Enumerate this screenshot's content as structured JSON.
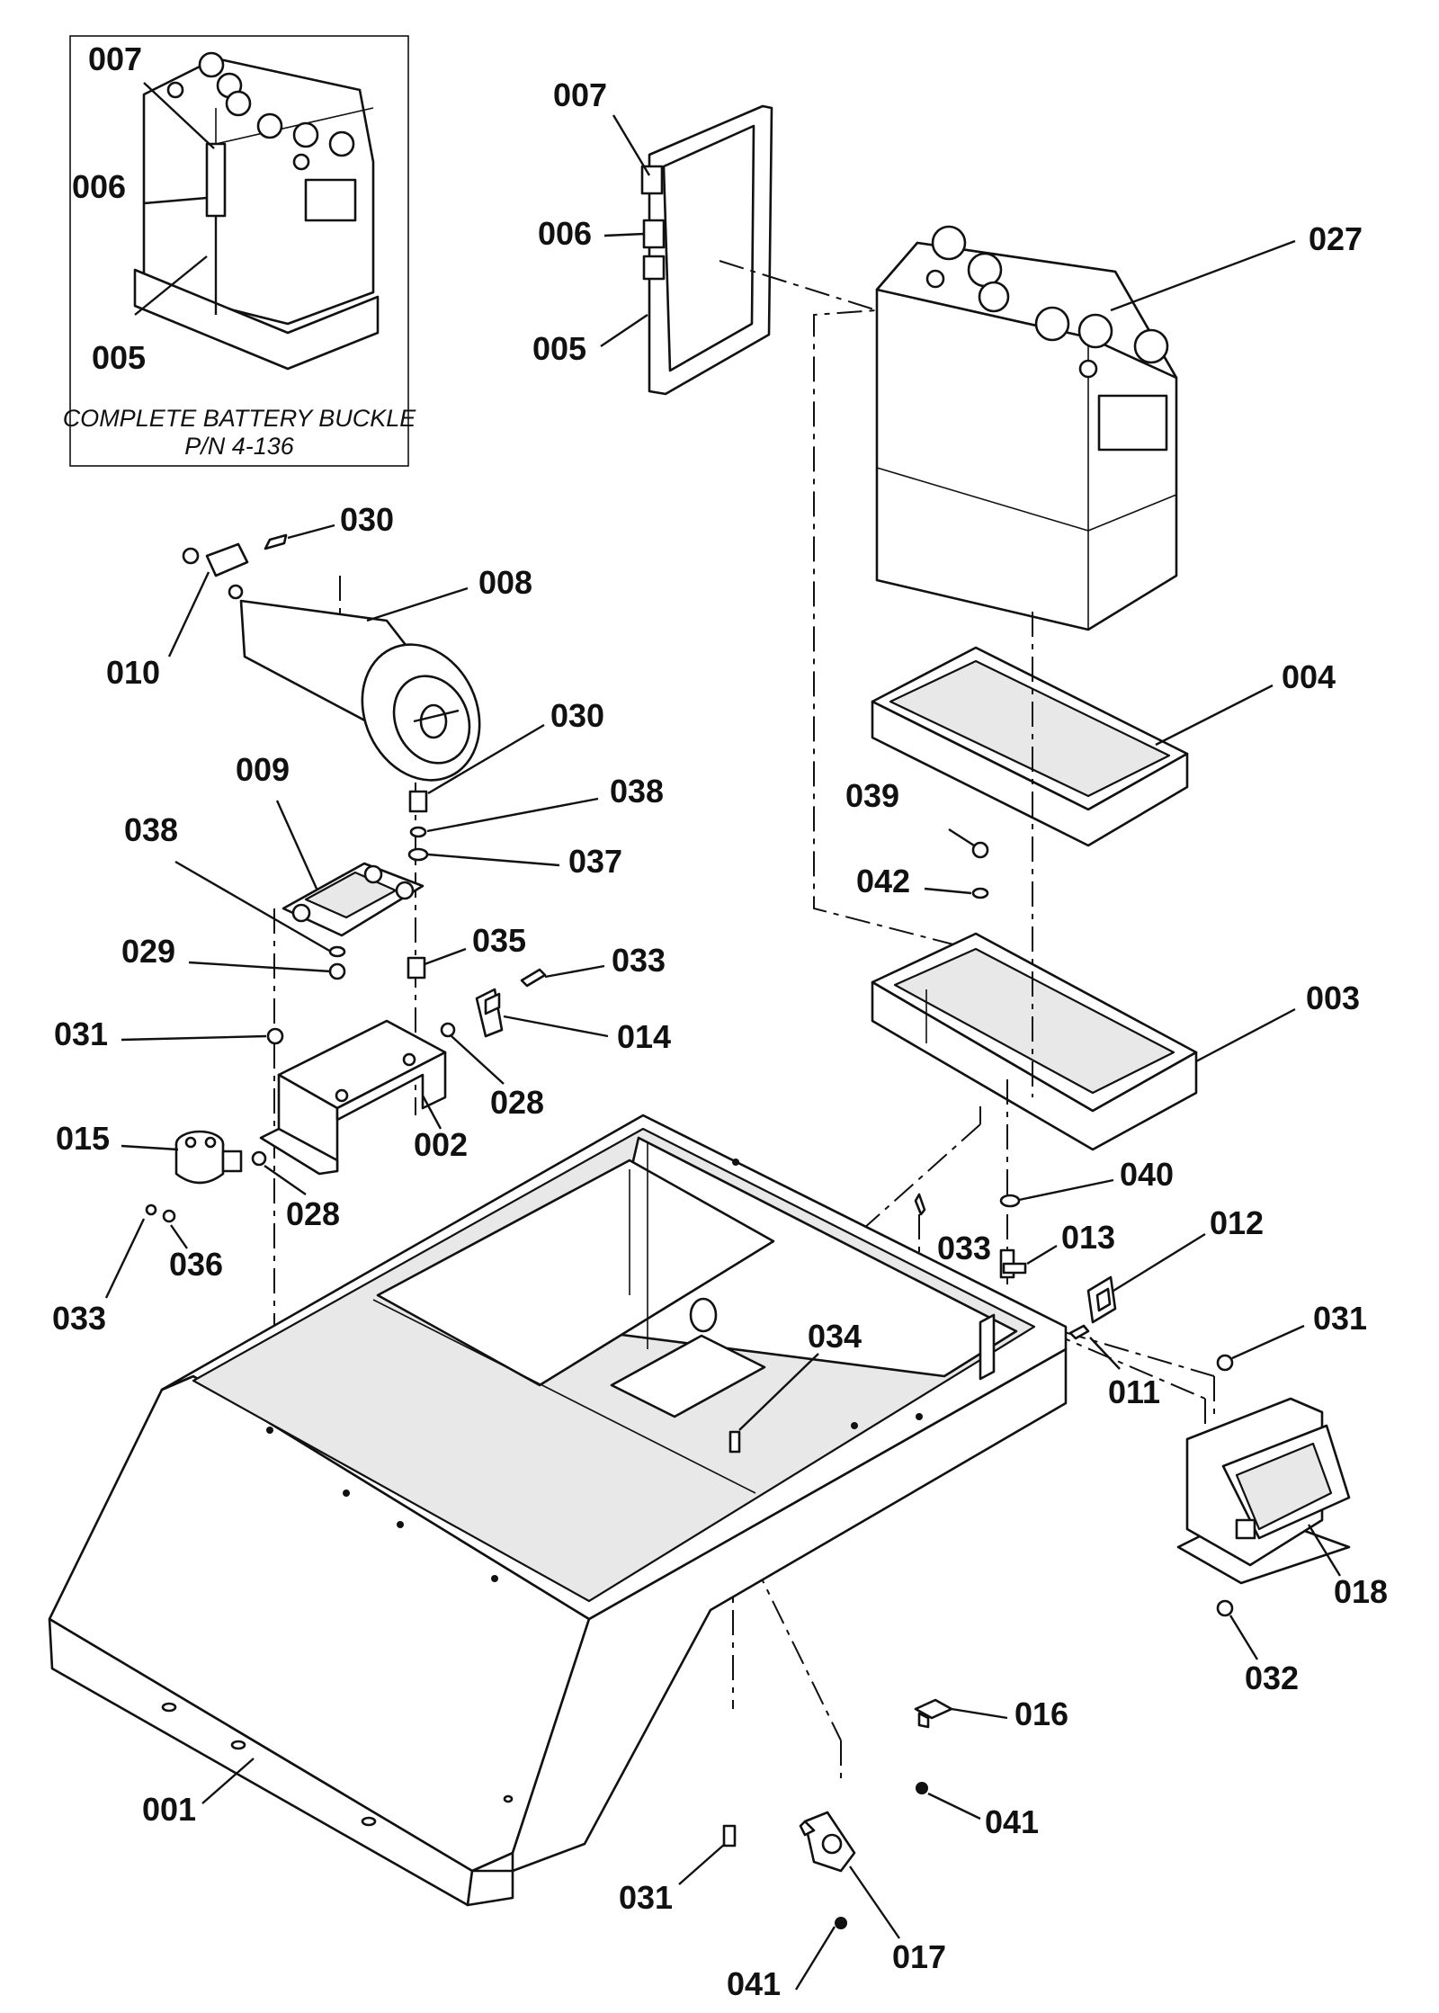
{
  "inset": {
    "caption_line1": "COMPLETE BATTERY BUCKLE",
    "caption_line2": "P/N 4-136"
  },
  "callouts": {
    "inset_007": "007",
    "inset_006": "006",
    "inset_005": "005",
    "strap_007": "007",
    "strap_006": "006",
    "strap_005": "005",
    "battery_027": "027",
    "tray_004": "004",
    "bolt_039": "039",
    "washer_042": "042",
    "base_tray_003": "003",
    "screw_030_top": "030",
    "bracket_010": "010",
    "motor_008": "008",
    "screw_030_mid": "030",
    "mount_009": "009",
    "washer_038_right": "038",
    "washer_038_left": "038",
    "washer_037": "037",
    "bolt_029": "029",
    "nut_035": "035",
    "screw_033_top": "033",
    "bolt_031_left": "031",
    "switch_014": "014",
    "nut_028_top": "028",
    "bracket_002": "002",
    "solenoid_015": "015",
    "nut_028_bottom": "028",
    "screw_033_left": "033",
    "washer_036": "036",
    "nut_040": "040",
    "screw_033_right": "033",
    "valve_013": "013",
    "switch_012": "012",
    "bolt_031_right": "031",
    "screw_034": "034",
    "screw_011": "011",
    "transformer_018": "018",
    "nut_032": "032",
    "clip_016": "016",
    "housing_001": "001",
    "nut_041_right": "041",
    "bolt_031_bottom": "031",
    "nut_041_bottom": "041",
    "bracket_017": "017"
  }
}
